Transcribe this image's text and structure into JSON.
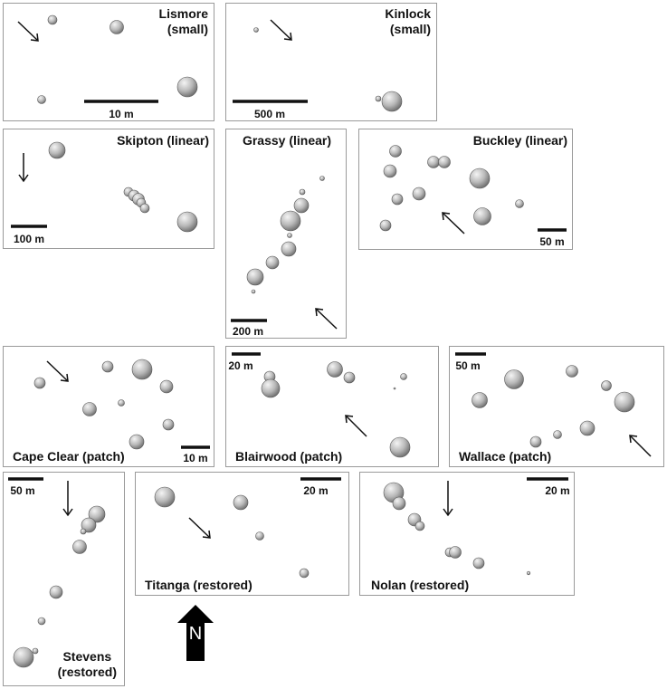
{
  "colors": {
    "frame": "#9a9a9a",
    "tree_light": "#f2f2f2",
    "tree_dark": "#777777",
    "text": "#111111",
    "arrow": "#111111"
  },
  "north_label": "N",
  "panels": [
    {
      "id": "lismore",
      "title_lines": [
        "Lismore",
        "(small)"
      ],
      "scale_label": "10 m"
    },
    {
      "id": "kinlock",
      "title_lines": [
        "Kinlock",
        "(small)"
      ],
      "scale_label": "500 m"
    },
    {
      "id": "skipton",
      "title_lines": [
        "Skipton (linear)"
      ],
      "scale_label": "100 m"
    },
    {
      "id": "grassy",
      "title_lines": [
        "Grassy (linear)"
      ],
      "scale_label": "200 m"
    },
    {
      "id": "buckley",
      "title_lines": [
        "Buckley (linear)"
      ],
      "scale_label": "50 m"
    },
    {
      "id": "cape-clear",
      "title_lines": [
        "Cape Clear (patch)"
      ],
      "scale_label": "10 m"
    },
    {
      "id": "blairwood",
      "title_lines": [
        "Blairwood (patch)"
      ],
      "scale_label": "20 m"
    },
    {
      "id": "wallace",
      "title_lines": [
        "Wallace (patch)"
      ],
      "scale_label": "50 m"
    },
    {
      "id": "stevens",
      "title_lines": [
        "Stevens",
        "(restored)"
      ],
      "scale_label": "50 m"
    },
    {
      "id": "titanga",
      "title_lines": [
        "Titanga (restored)"
      ],
      "scale_label": "20 m"
    },
    {
      "id": "nolan",
      "title_lines": [
        "Nolan (restored)"
      ],
      "scale_label": "20 m"
    }
  ]
}
